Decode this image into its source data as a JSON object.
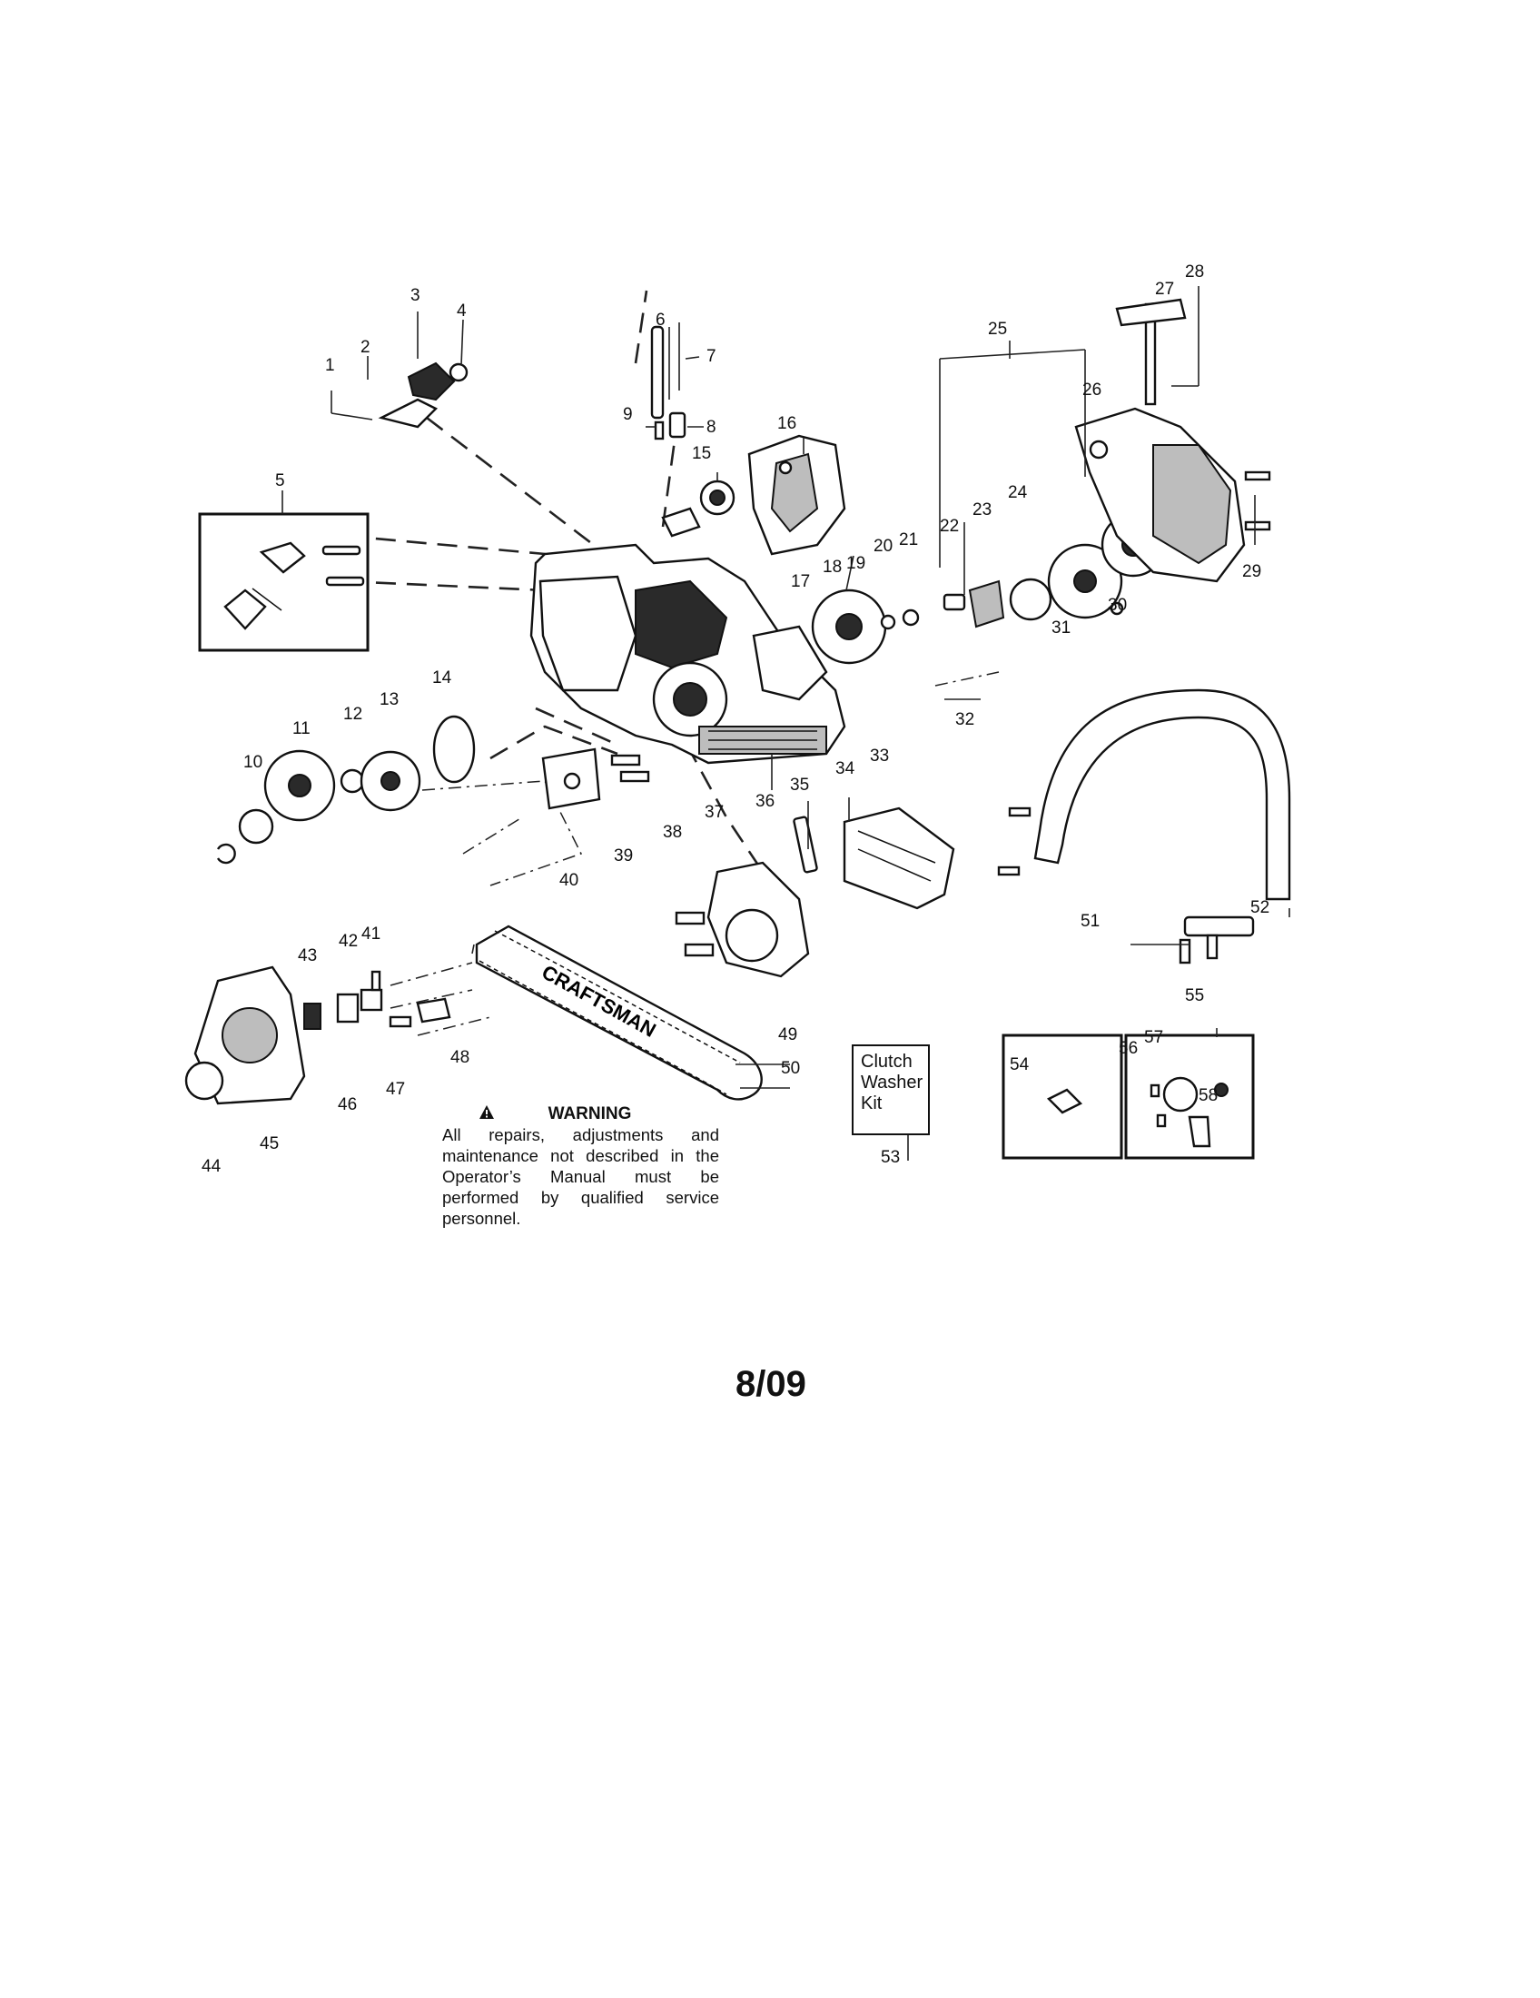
{
  "labels": [
    "1",
    "2",
    "3",
    "4",
    "5",
    "6",
    "7",
    "8",
    "9",
    "10",
    "11",
    "12",
    "13",
    "14",
    "15",
    "16",
    "17",
    "18",
    "19",
    "20",
    "21",
    "22",
    "23",
    "24",
    "25",
    "26",
    "27",
    "28",
    "29",
    "30",
    "31",
    "32",
    "33",
    "34",
    "35",
    "36",
    "37",
    "38",
    "39",
    "40",
    "41",
    "42",
    "43",
    "44",
    "45",
    "46",
    "47",
    "48",
    "49",
    "50",
    "51",
    "52",
    "53",
    "54",
    "55",
    "56",
    "57",
    "58"
  ],
  "brand_text": "CRAFTSMAN",
  "clutch_box": {
    "line1": "Clutch",
    "line2": "Washer",
    "line3": "Kit"
  },
  "warning": {
    "title": "WARNING",
    "text": "All repairs, adjustments and maintenance not described in the Operator’s Manual must be performed by qualified service personnel."
  },
  "date_code": "8/09",
  "colors": {
    "ink": "#111111",
    "background": "#ffffff"
  }
}
